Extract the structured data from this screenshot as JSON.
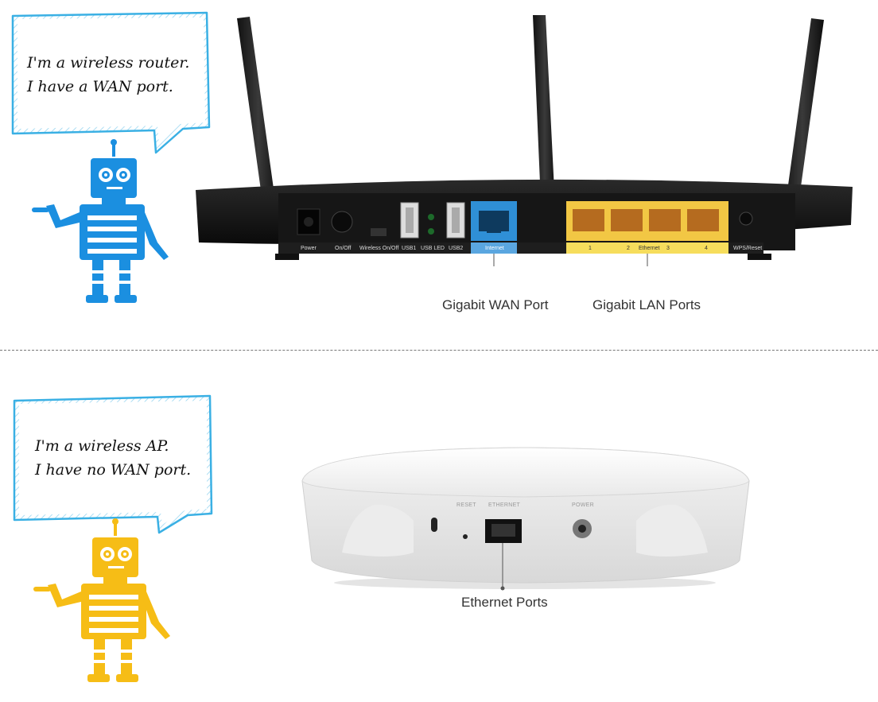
{
  "router_section": {
    "speech": {
      "line1": "I'm a wireless router.",
      "line2": "I have a WAN port."
    },
    "robot_color": "#1b8fe0",
    "port_labels": {
      "power": "Power",
      "onoff": "On/Off",
      "wireless": "Wireless On/Off",
      "usb1": "USB1",
      "usbled": "USB LED",
      "usb2": "USB2",
      "internet": "Internet",
      "lan1": "1",
      "lan2": "2",
      "ethernet": "Ethernet",
      "lan3": "3",
      "lan4": "4",
      "wps": "WPS/Reset"
    },
    "callouts": {
      "wan": "Gigabit WAN Port",
      "lan": "Gigabit LAN Ports"
    },
    "colors": {
      "wan_port": "#2f8fd6",
      "lan_ports": "#f2c744"
    }
  },
  "ap_section": {
    "speech": {
      "line1": "I'm a wireless AP.",
      "line2": "I have no WAN port."
    },
    "robot_color": "#f6bd16",
    "port_labels": {
      "reset": "RESET",
      "ethernet": "ETHERNET",
      "power": "POWER"
    },
    "callouts": {
      "ethernet": "Ethernet Ports"
    }
  },
  "bubble_color": "#3ab0e4"
}
